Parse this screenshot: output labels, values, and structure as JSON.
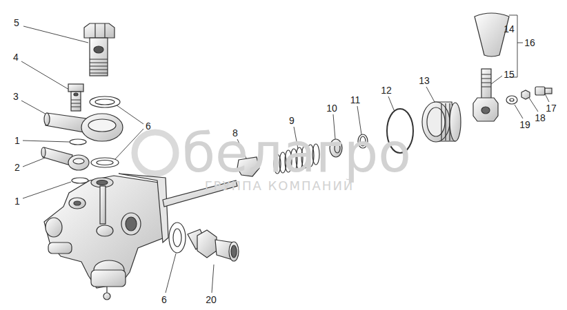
{
  "diagram": {
    "labels": [
      "5",
      "4",
      "3",
      "1",
      "2",
      "1",
      "6",
      "8",
      "9",
      "10",
      "11",
      "12",
      "13",
      "14",
      "15",
      "16",
      "17",
      "18",
      "19",
      "6",
      "20",
      "белагро",
      "ГРУППА КОМПАНИЙ"
    ]
  }
}
